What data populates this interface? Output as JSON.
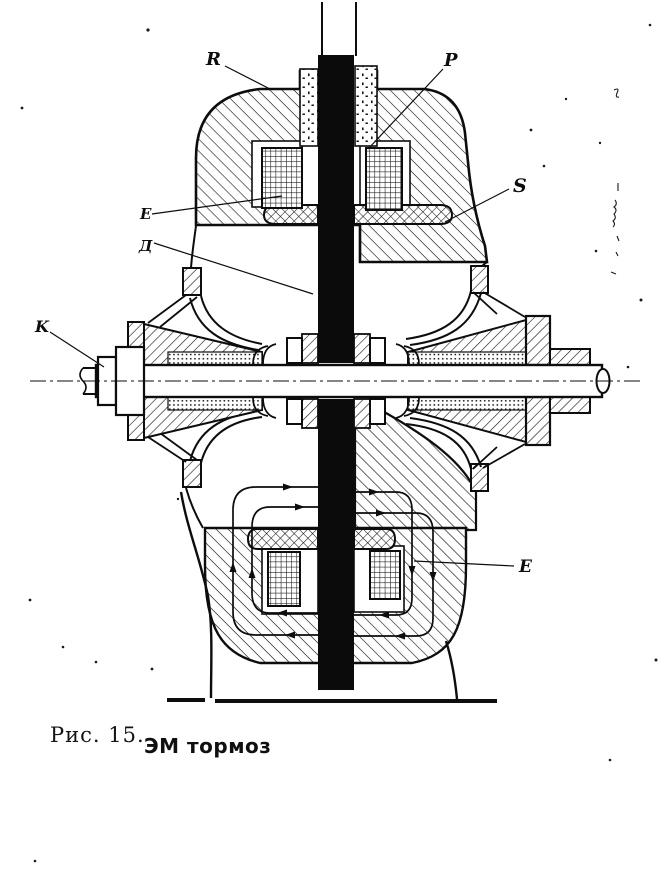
{
  "figure": {
    "caption_number": "Рис.  15.",
    "caption_title": "ЭМ тормоз"
  },
  "labels": {
    "R": "R",
    "P": "P",
    "S": "S",
    "E_upper": "E",
    "D": "Д",
    "K": "K",
    "E_lower": "E"
  },
  "colors": {
    "ink": "#0d0d0d",
    "paper": "#ffffff",
    "disc_fill": "#0b0b0b"
  }
}
